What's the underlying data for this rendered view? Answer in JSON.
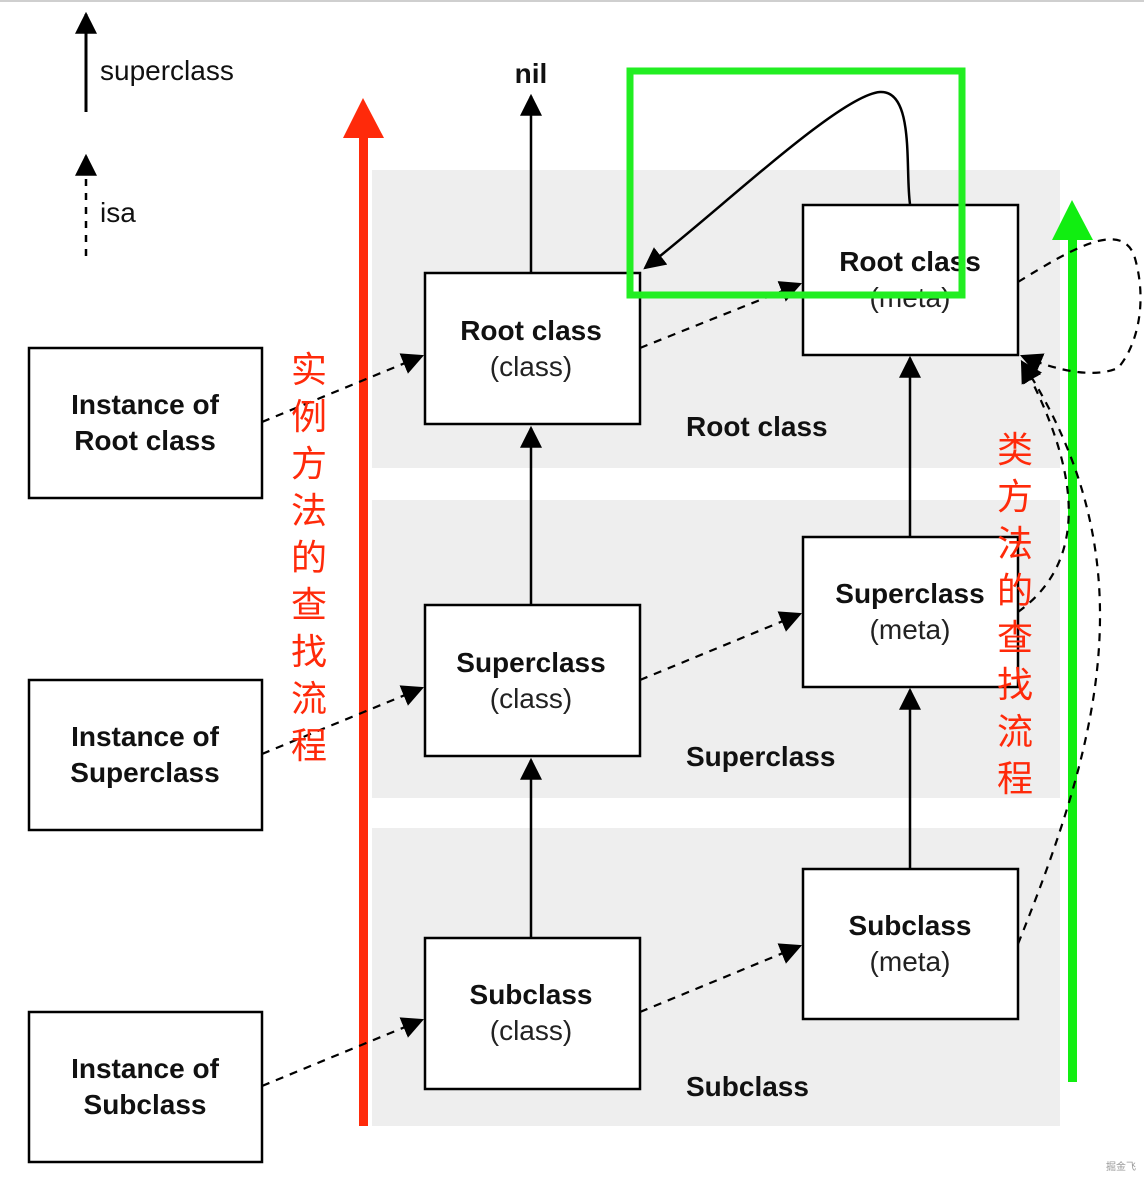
{
  "legend": {
    "superclass_label": "superclass",
    "isa_label": "isa"
  },
  "nil_label": "nil",
  "bands": {
    "root": "Root class",
    "super": "Superclass",
    "sub": "Subclass"
  },
  "instances": {
    "root": [
      "Instance of",
      "Root class"
    ],
    "super": [
      "Instance of",
      "Superclass"
    ],
    "sub": [
      "Instance of",
      "Subclass"
    ]
  },
  "classes": {
    "root": [
      "Root class",
      "(class)"
    ],
    "super": [
      "Superclass",
      "(class)"
    ],
    "sub": [
      "Subclass",
      "(class)"
    ]
  },
  "metas": {
    "root": [
      "Root class",
      "(meta)"
    ],
    "super": [
      "Superclass",
      "(meta)"
    ],
    "sub": [
      "Subclass",
      "(meta)"
    ]
  },
  "annotations": {
    "instance_lookup": "实例方法的查找流程",
    "class_lookup": "类方法的查找流程"
  },
  "watermark": "掘金飞",
  "colors": {
    "red_arrow": "#ff2a0a",
    "green_arrow": "#11ee11",
    "green_highlight": "#22ee22",
    "band_fill": "#eeeeee",
    "annotation_text": "#ff2a0a"
  }
}
